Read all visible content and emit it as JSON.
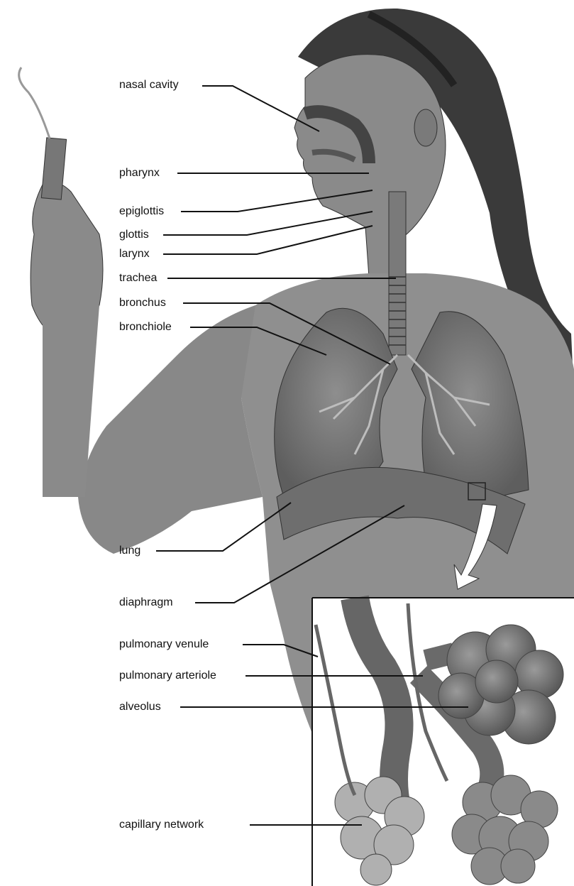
{
  "labels": {
    "nasal_cavity": "nasal cavity",
    "pharynx": "pharynx",
    "epiglottis": "epiglottis",
    "glottis": "glottis",
    "larynx": "larynx",
    "trachea": "trachea",
    "bronchus": "bronchus",
    "bronchiole": "bronchiole",
    "lung": "lung",
    "diaphragm": "diaphragm",
    "pulmonary_venule": "pulmonary venule",
    "pulmonary_arteriole": "pulmonary arteriole",
    "alveolus": "alveolus",
    "capillary_network": "capillary network"
  }
}
